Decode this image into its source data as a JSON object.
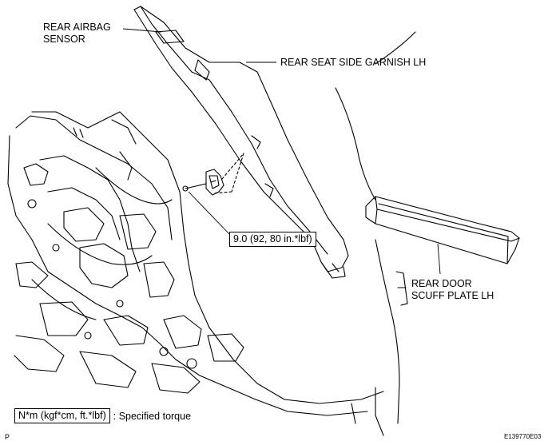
{
  "labels": {
    "rear_airbag_sensor_line1": "REAR AIRBAG",
    "rear_airbag_sensor_line2": "SENSOR",
    "rear_seat_side_garnish": "REAR SEAT SIDE GARNISH LH",
    "rear_door_scuff_plate_line1": "REAR DOOR",
    "rear_door_scuff_plate_line2": "SCUFF PLATE LH"
  },
  "torque_callout": "9.0 (92, 80 in.*lbf)",
  "legend": {
    "unit_box": "N*m (kgf*cm, ft.*lbf)",
    "description": ": Specified torque"
  },
  "corner_mark": "P",
  "figure_code": "E139770E03"
}
